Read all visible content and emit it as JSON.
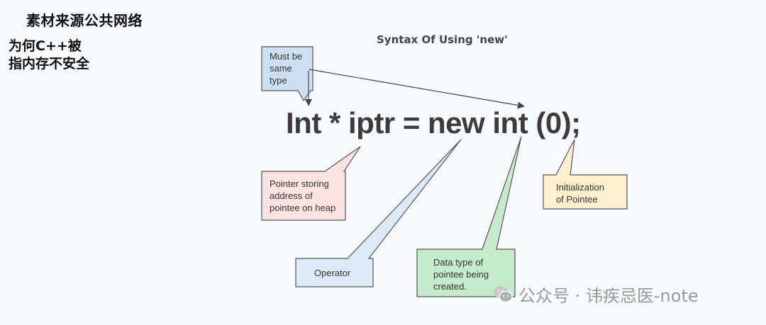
{
  "corner_title": "素材来源公共网络",
  "side_title": "为何C++被指内存不安全",
  "diagram": {
    "title": "Syntax Of Using 'new'",
    "code": "Int * iptr = new int (0);",
    "callouts": {
      "same_type": "Must be\nsame\ntype",
      "pointer": "Pointer storing\naddress of\npointee on heap",
      "init": "Initialization\nof Pointee",
      "operator": "Operator",
      "data_type": "Data type of\npointee being\ncreated."
    },
    "colors": {
      "same_type": "#cddff0",
      "pointer": "#fbe3e1",
      "init": "#fdf0cf",
      "operator": "#dde9f7",
      "data_type": "#c6ebcb"
    }
  },
  "watermark": {
    "icon": "wechat-icon",
    "text": "公众号 · 讳疾忌医-note"
  }
}
